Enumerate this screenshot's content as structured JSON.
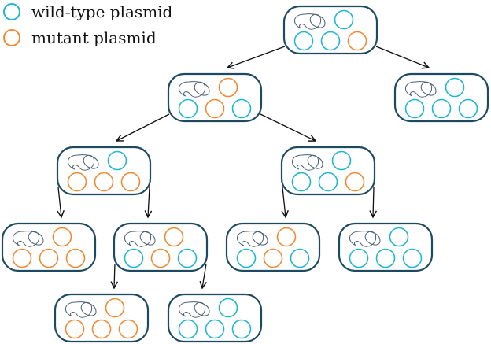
{
  "legend": {
    "wild_type": {
      "label": "wild-type plasmid",
      "color": "#1fb6d0"
    },
    "mutant": {
      "label": "mutant plasmid",
      "color": "#ef8a32"
    }
  },
  "colors": {
    "cell_border": "#1d4a60",
    "chromosome": "#4a5e72",
    "arrow": "#111111"
  },
  "cells": [
    {
      "id": "g0",
      "plasmids": [
        "wt",
        "wt",
        "wt",
        "mut"
      ]
    },
    {
      "id": "g1a",
      "plasmids": [
        "mut",
        "wt",
        "mut",
        "wt"
      ]
    },
    {
      "id": "g1b",
      "plasmids": [
        "wt",
        "wt",
        "wt",
        "wt"
      ]
    },
    {
      "id": "g2a",
      "plasmids": [
        "wt",
        "mut",
        "mut",
        "mut"
      ]
    },
    {
      "id": "g2b",
      "plasmids": [
        "wt",
        "wt",
        "wt",
        "mut"
      ]
    },
    {
      "id": "g3a",
      "plasmids": [
        "mut",
        "mut",
        "mut",
        "mut"
      ]
    },
    {
      "id": "g3b",
      "plasmids": [
        "mut",
        "wt",
        "mut",
        "wt"
      ]
    },
    {
      "id": "g3c",
      "plasmids": [
        "mut",
        "wt",
        "mut",
        "wt"
      ]
    },
    {
      "id": "g3d",
      "plasmids": [
        "wt",
        "wt",
        "wt",
        "wt"
      ]
    },
    {
      "id": "g4a",
      "plasmids": [
        "mut",
        "mut",
        "mut",
        "mut"
      ]
    },
    {
      "id": "g4b",
      "plasmids": [
        "wt",
        "wt",
        "wt",
        "wt"
      ]
    }
  ],
  "edges": [
    [
      "g0",
      "g1a"
    ],
    [
      "g0",
      "g1b"
    ],
    [
      "g1a",
      "g2a"
    ],
    [
      "g1a",
      "g2b"
    ],
    [
      "g2a",
      "g3a"
    ],
    [
      "g2a",
      "g3b"
    ],
    [
      "g2b",
      "g3c"
    ],
    [
      "g2b",
      "g3d"
    ],
    [
      "g3b",
      "g4a"
    ],
    [
      "g3b",
      "g4b"
    ]
  ]
}
